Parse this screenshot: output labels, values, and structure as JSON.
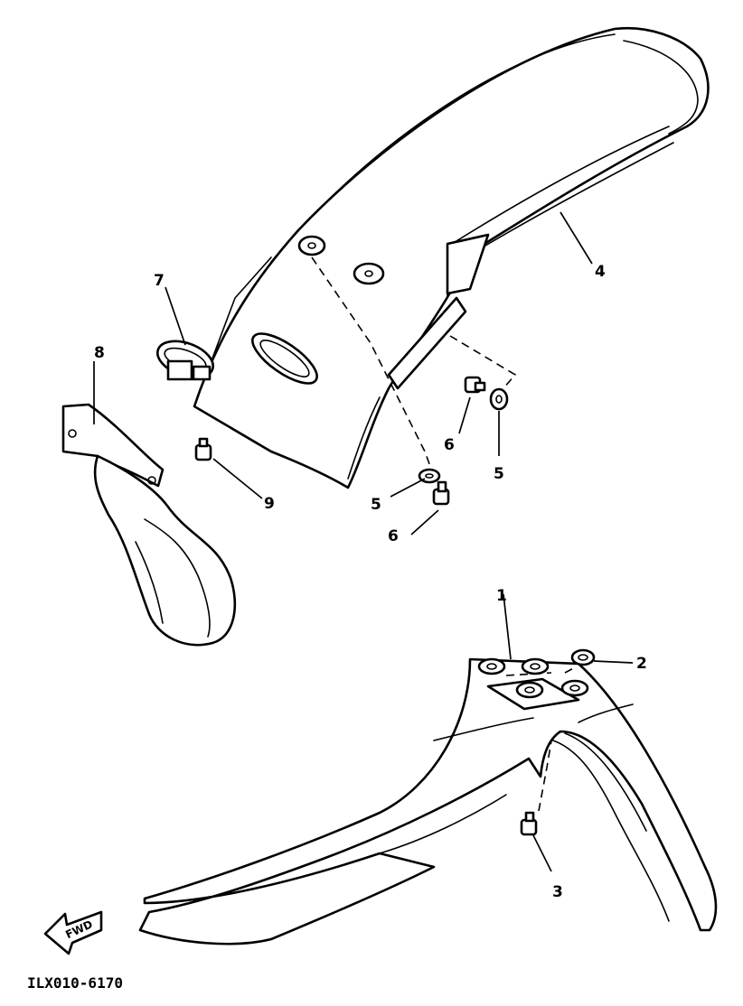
{
  "callouts": {
    "c1": "1",
    "c2": "2",
    "c3": "3",
    "c4": "4",
    "c5a": "5",
    "c5b": "5",
    "c6a": "6",
    "c6b": "6",
    "c7": "7",
    "c8": "8",
    "c9": "9"
  },
  "direction_arrow": {
    "label": "FWD",
    "icon": "fwd-arrow-icon"
  },
  "diagram_code": "ILX010-6170",
  "colors": {
    "line": "#000000",
    "background": "#ffffff"
  }
}
